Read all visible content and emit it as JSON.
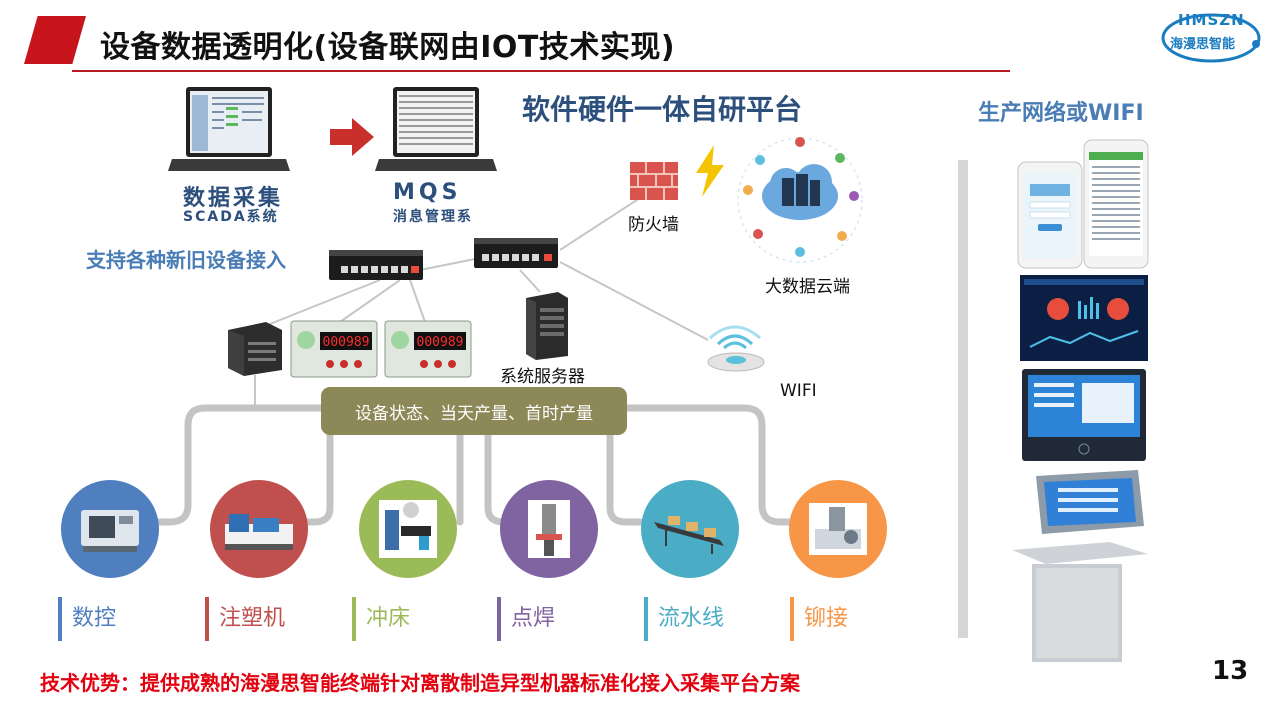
{
  "header": {
    "title": "设备数据透明化(设备联网由IOT技术实现)",
    "page_number": "13",
    "logo_top": "HMSZN",
    "logo_bottom": "海漫思智能"
  },
  "headings": {
    "main": "软件硬件一体自研平台",
    "network": "生产网络或WIFI",
    "support": "支持各种新旧设备接入"
  },
  "software": {
    "scada_title": "数据采集",
    "scada_sub": "SCADA系统",
    "mqs_title": "MQS",
    "mqs_sub": "消息管理系"
  },
  "network_labels": {
    "firewall": "防火墙",
    "cloud": "大数据云端",
    "server": "系统服务器",
    "wifi": "WIFI",
    "meter_reading": "000989"
  },
  "status_box": "设备状态、当天产量、首时产量",
  "machines": [
    {
      "label": "数控",
      "color": "#4f7fbf",
      "icon": "cnc-lathe-icon"
    },
    {
      "label": "注塑机",
      "color": "#c0504d",
      "icon": "injection-molding-icon"
    },
    {
      "label": "冲床",
      "color": "#9bbb59",
      "icon": "punch-press-icon"
    },
    {
      "label": "点焊",
      "color": "#8064a2",
      "icon": "spot-welder-icon"
    },
    {
      "label": "流水线",
      "color": "#4bacc6",
      "icon": "conveyor-line-icon"
    },
    {
      "label": "铆接",
      "color": "#f79646",
      "icon": "riveting-machine-icon"
    }
  ],
  "advantage_text": "技术优势：提供成熟的海漫思智能终端针对离散制造异型机器标准化接入采集平台方案",
  "colors": {
    "brand_red": "#c8151d",
    "heading_blue": "#2c4f7c",
    "accent_blue": "#4a7db5",
    "status_box": "#8c8857",
    "advantage_red": "#e3000f"
  }
}
